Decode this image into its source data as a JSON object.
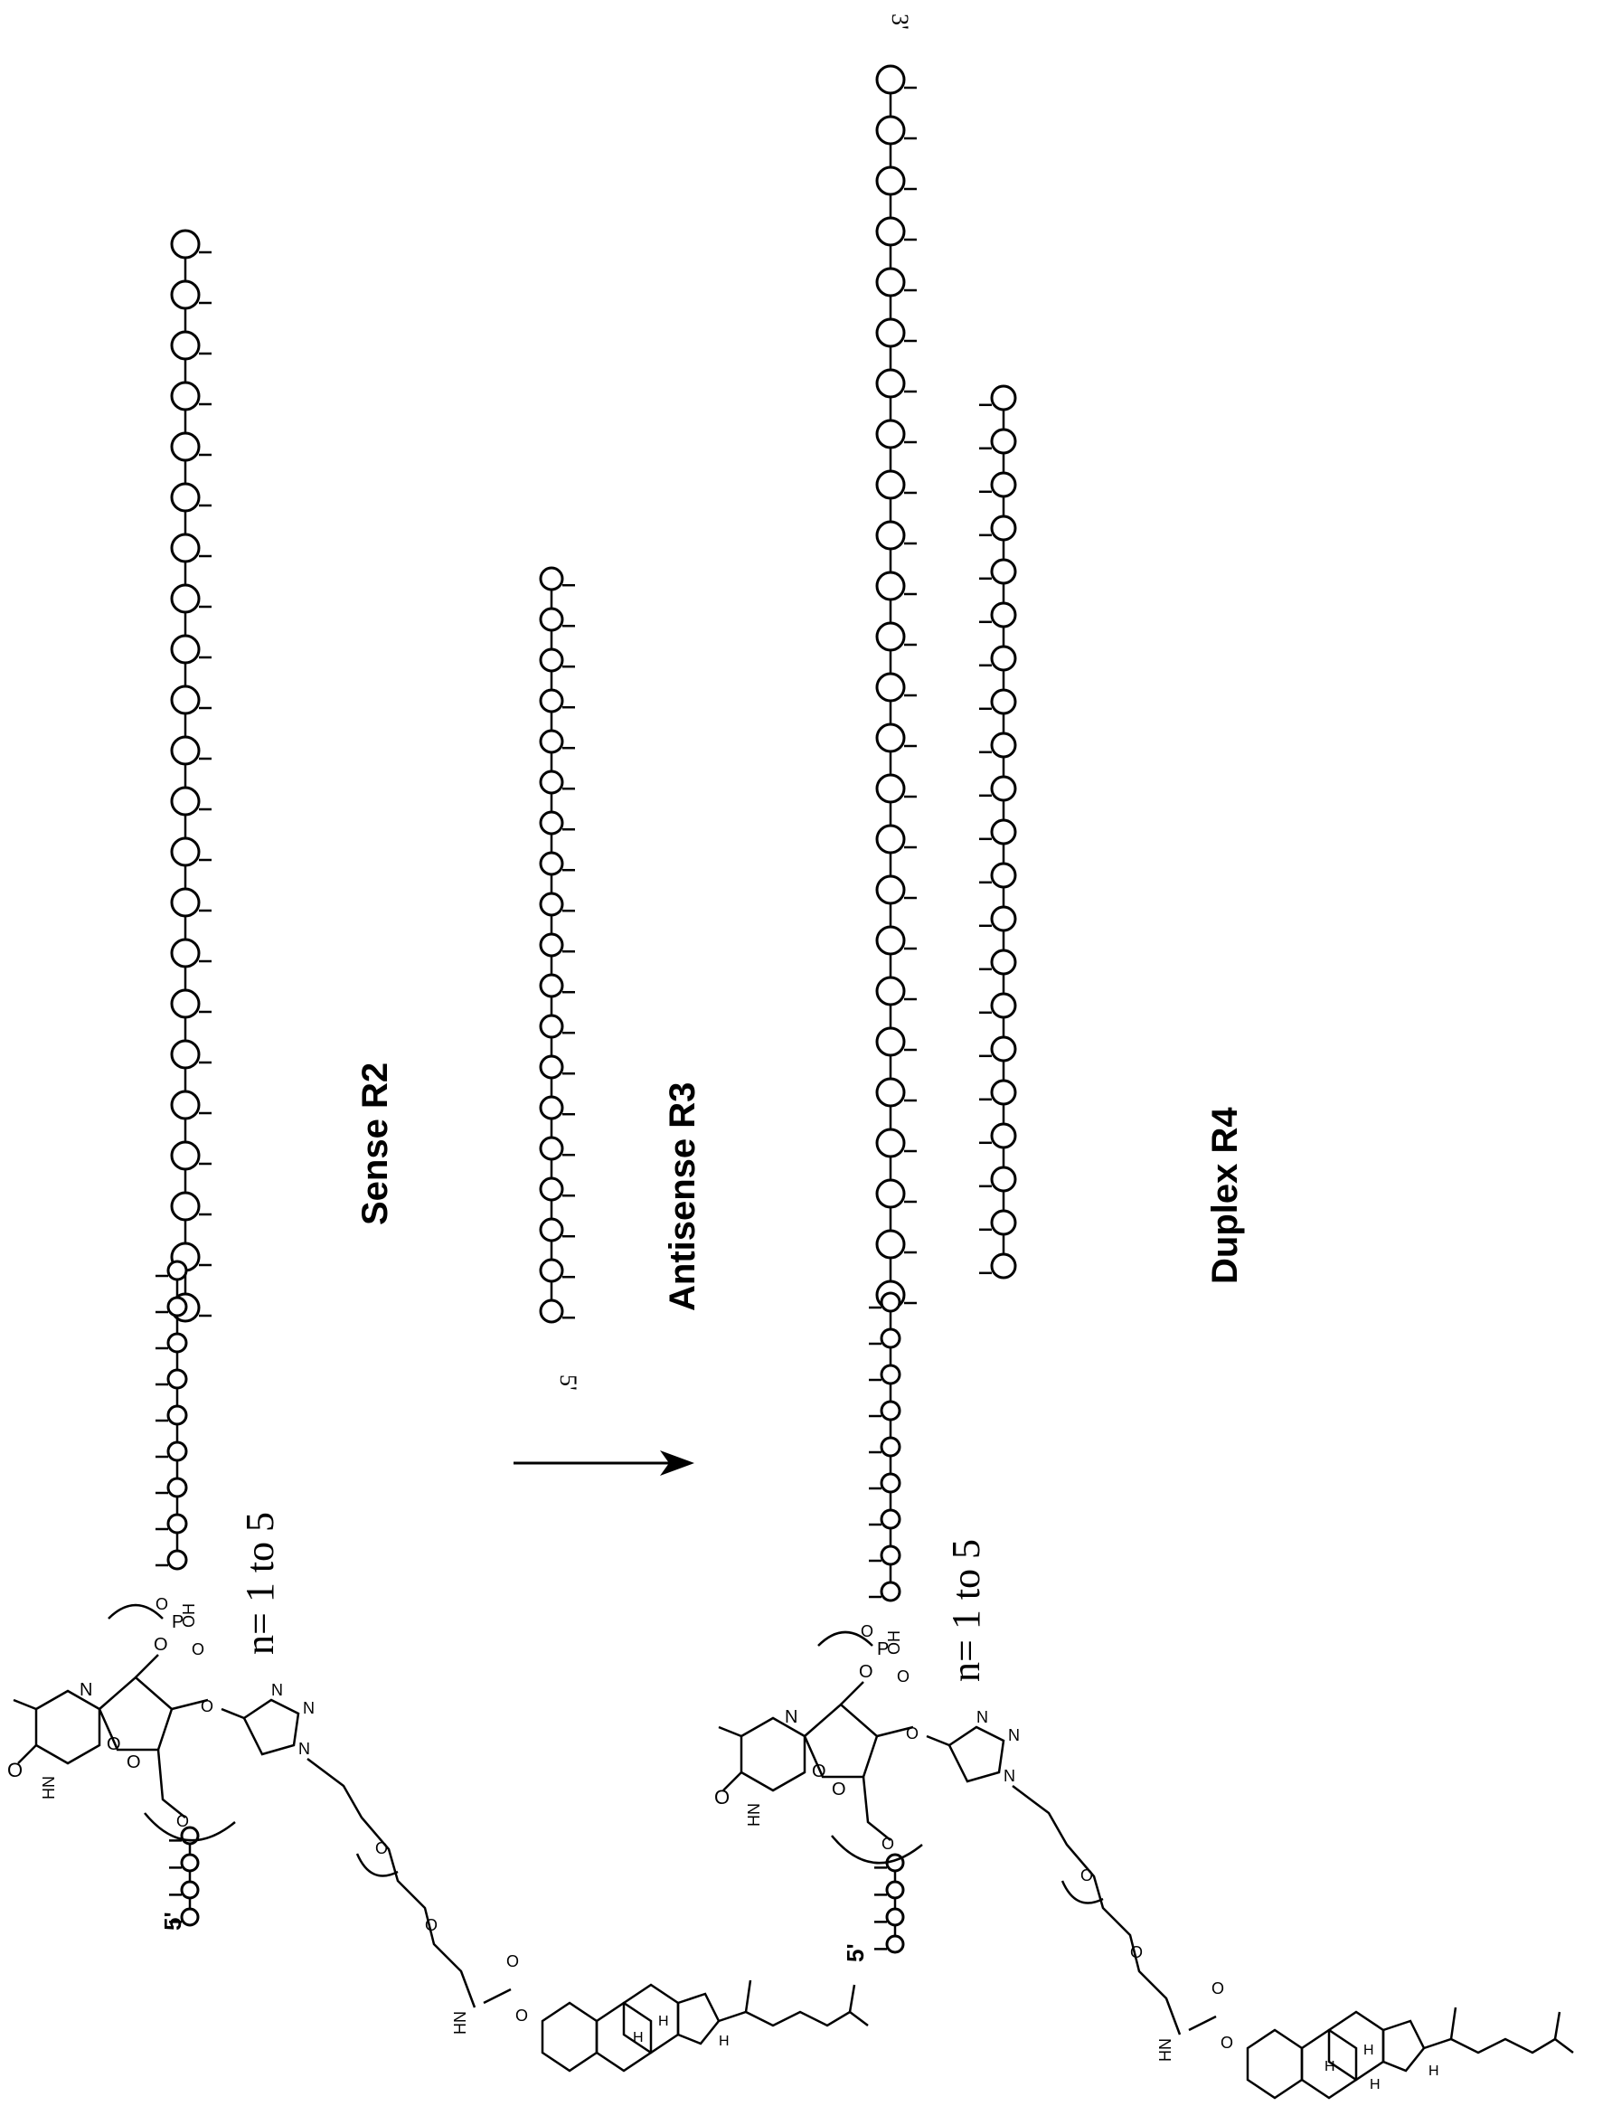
{
  "labels": {
    "sense": "Sense R2",
    "antisense": "Antisense R3",
    "duplex": "Duplex R4",
    "n_range_left": "n= 1 to 5",
    "n_range_right": "n= 1 to 5",
    "five_prime_sense": "5'",
    "five_prime_antisense": "5'",
    "five_prime_duplex": "5'",
    "three_prime_duplex": "3'"
  },
  "chem_labels": {
    "O": "O",
    "N": "N",
    "HN": "HN",
    "P": "P",
    "OH": "OH",
    "H": "H"
  },
  "strands": {
    "sense_main_units": 22,
    "sense_spacer_units": 9,
    "antisense_units": 19,
    "duplex_sense_main_units": 25,
    "duplex_spacer_units": 9,
    "duplex_antisense_units": 21
  }
}
